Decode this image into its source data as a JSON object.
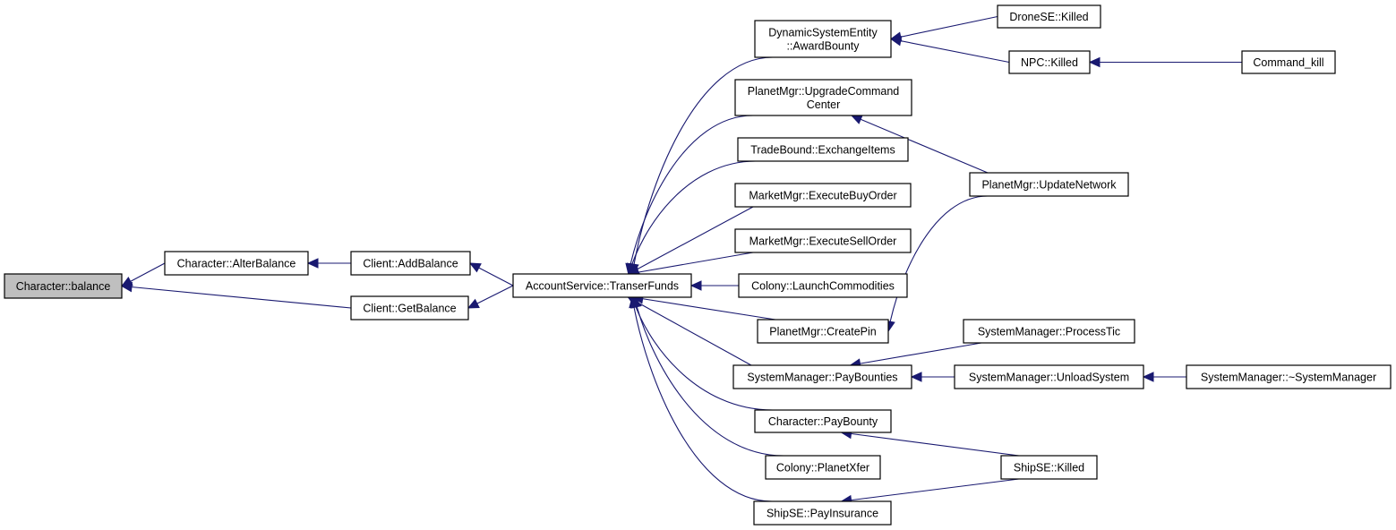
{
  "graph": {
    "type": "doxygen-caller-graph",
    "colors": {
      "edge": "#191970",
      "node_border": "#000000",
      "root_fill": "#bfbfbf",
      "node_fill": "#ffffff"
    },
    "nodes": [
      {
        "id": "balance",
        "lines": [
          "Character::balance"
        ],
        "root": true
      },
      {
        "id": "alterbalance",
        "lines": [
          "Character::AlterBalance"
        ]
      },
      {
        "id": "addbalance",
        "lines": [
          "Client::AddBalance"
        ]
      },
      {
        "id": "getbalance",
        "lines": [
          "Client::GetBalance"
        ]
      },
      {
        "id": "transerfunds",
        "lines": [
          "AccountService::TranserFunds"
        ]
      },
      {
        "id": "awardbounty",
        "lines": [
          "DynamicSystemEntity",
          "::AwardBounty"
        ]
      },
      {
        "id": "upgradecc",
        "lines": [
          "PlanetMgr::UpgradeCommand",
          "Center"
        ]
      },
      {
        "id": "exchangeitems",
        "lines": [
          "TradeBound::ExchangeItems"
        ]
      },
      {
        "id": "buyorder",
        "lines": [
          "MarketMgr::ExecuteBuyOrder"
        ]
      },
      {
        "id": "sellorder",
        "lines": [
          "MarketMgr::ExecuteSellOrder"
        ]
      },
      {
        "id": "launchcomm",
        "lines": [
          "Colony::LaunchCommodities"
        ]
      },
      {
        "id": "createpin",
        "lines": [
          "PlanetMgr::CreatePin"
        ]
      },
      {
        "id": "paybounties",
        "lines": [
          "SystemManager::PayBounties"
        ]
      },
      {
        "id": "paybounty",
        "lines": [
          "Character::PayBounty"
        ]
      },
      {
        "id": "planetxfer",
        "lines": [
          "Colony::PlanetXfer"
        ]
      },
      {
        "id": "payinsurance",
        "lines": [
          "ShipSE::PayInsurance"
        ]
      },
      {
        "id": "dronekilled",
        "lines": [
          "DroneSE::Killed"
        ]
      },
      {
        "id": "npckilled",
        "lines": [
          "NPC::Killed"
        ]
      },
      {
        "id": "commandkill",
        "lines": [
          "Command_kill"
        ]
      },
      {
        "id": "updatenetwork",
        "lines": [
          "PlanetMgr::UpdateNetwork"
        ]
      },
      {
        "id": "processtic",
        "lines": [
          "SystemManager::ProcessTic"
        ]
      },
      {
        "id": "unloadsystem",
        "lines": [
          "SystemManager::UnloadSystem"
        ]
      },
      {
        "id": "dtor",
        "lines": [
          "SystemManager::~SystemManager"
        ]
      },
      {
        "id": "shipkilled",
        "lines": [
          "ShipSE::Killed"
        ]
      }
    ],
    "edges": [
      {
        "from": "alterbalance",
        "to": "balance"
      },
      {
        "from": "getbalance",
        "to": "balance"
      },
      {
        "from": "addbalance",
        "to": "alterbalance"
      },
      {
        "from": "transerfunds",
        "to": "addbalance"
      },
      {
        "from": "transerfunds",
        "to": "getbalance"
      },
      {
        "from": "awardbounty",
        "to": "transerfunds"
      },
      {
        "from": "upgradecc",
        "to": "transerfunds"
      },
      {
        "from": "exchangeitems",
        "to": "transerfunds"
      },
      {
        "from": "buyorder",
        "to": "transerfunds"
      },
      {
        "from": "sellorder",
        "to": "transerfunds"
      },
      {
        "from": "launchcomm",
        "to": "transerfunds"
      },
      {
        "from": "createpin",
        "to": "transerfunds"
      },
      {
        "from": "paybounties",
        "to": "transerfunds"
      },
      {
        "from": "paybounty",
        "to": "transerfunds"
      },
      {
        "from": "planetxfer",
        "to": "transerfunds"
      },
      {
        "from": "payinsurance",
        "to": "transerfunds"
      },
      {
        "from": "dronekilled",
        "to": "awardbounty"
      },
      {
        "from": "npckilled",
        "to": "awardbounty"
      },
      {
        "from": "commandkill",
        "to": "npckilled"
      },
      {
        "from": "updatenetwork",
        "to": "upgradecc"
      },
      {
        "from": "updatenetwork",
        "to": "createpin"
      },
      {
        "from": "processtic",
        "to": "paybounties"
      },
      {
        "from": "unloadsystem",
        "to": "paybounties"
      },
      {
        "from": "dtor",
        "to": "unloadsystem"
      },
      {
        "from": "shipkilled",
        "to": "paybounty"
      },
      {
        "from": "shipkilled",
        "to": "payinsurance"
      }
    ]
  }
}
